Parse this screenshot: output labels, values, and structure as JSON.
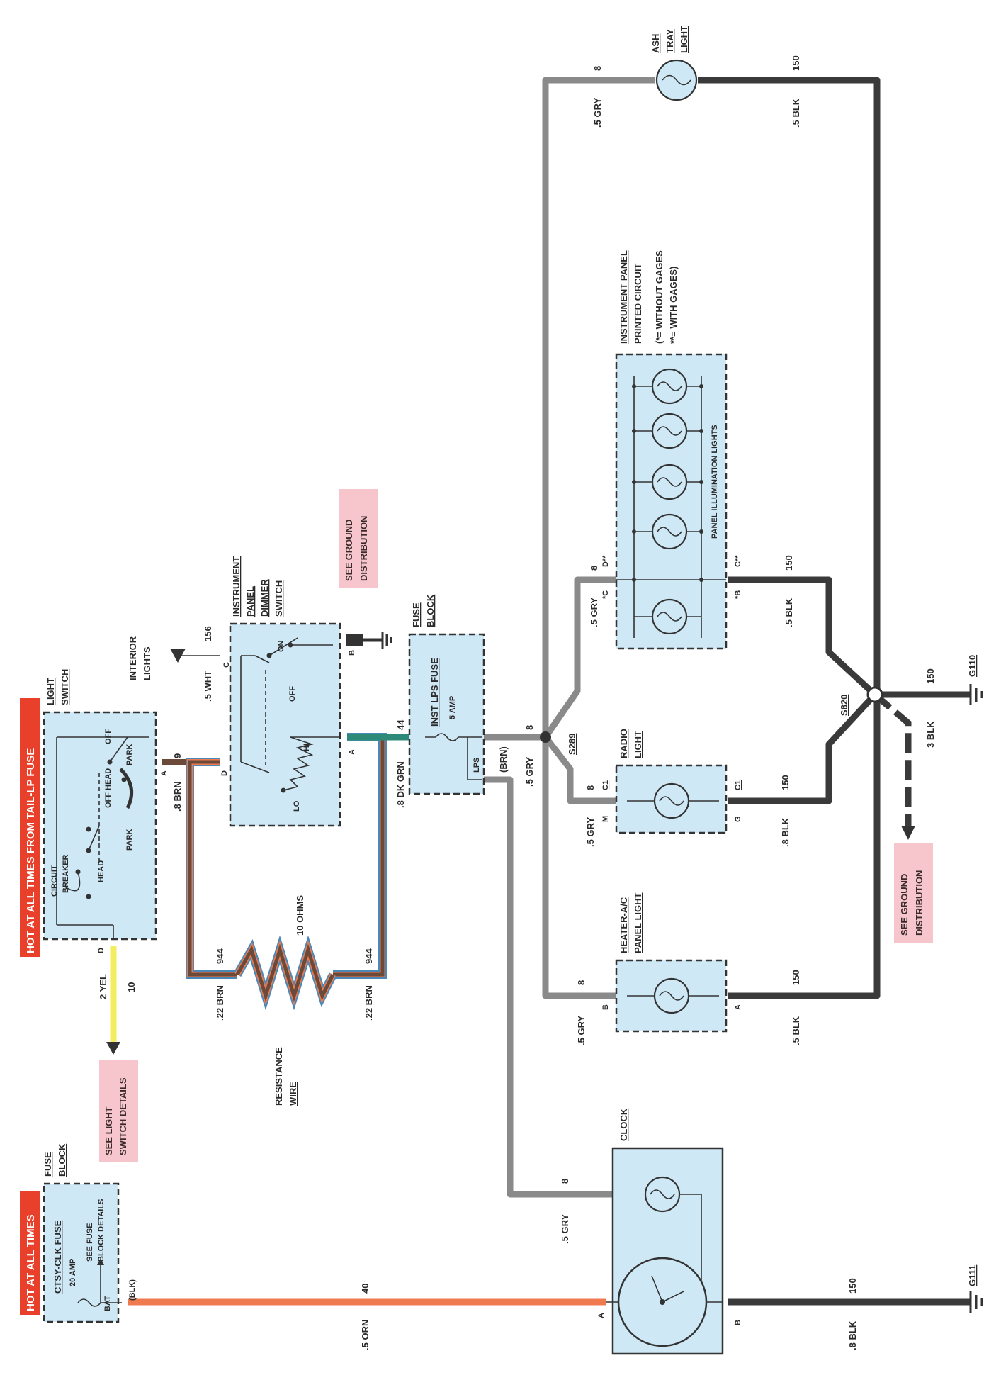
{
  "headers": {
    "tail_lp": "HOT AT ALL TIMES FROM TAIL-LP FUSE",
    "hot_all": "HOT AT ALL TIMES"
  },
  "notes": {
    "see_light_switch": [
      "SEE LIGHT",
      "SWITCH DETAILS"
    ],
    "see_ground_top": [
      "SEE GROUND",
      "DISTRIBUTION"
    ],
    "see_ground_bottom": [
      "SEE GROUND",
      "DISTRIBUTION"
    ]
  },
  "components": {
    "light_switch": {
      "title": [
        "LIGHT",
        "SWITCH"
      ],
      "labels": [
        "CIRCUIT",
        "BREAKER",
        "HEAD",
        "PARK",
        "OFF HEAD",
        "OFF",
        "PARK"
      ],
      "pins": [
        "D",
        "A"
      ]
    },
    "fuse_block_top": {
      "title": [
        "FUSE",
        "BLOCK"
      ],
      "fuse_name": "CTSY-CLK FUSE",
      "rating": "20 AMP",
      "detail": [
        "SEE FUSE",
        "BLOCK DETAILS"
      ],
      "bat": "BAT",
      "blk": "(BLK)"
    },
    "dimmer_switch": {
      "title": [
        "INSTRUMENT",
        "PANEL",
        "DIMMER",
        "SWITCH"
      ],
      "labels": [
        "ON",
        "OFF",
        "HI",
        "LO"
      ],
      "pins": [
        "C",
        "B",
        "D",
        "A"
      ]
    },
    "interior_lights": [
      "INTERIOR",
      "LIGHTS"
    ],
    "fuse_block_mid": {
      "title": [
        "FUSE",
        "BLOCK"
      ],
      "fuse_name": "INST LPS FUSE",
      "rating": "5 AMP",
      "lps": "LPS"
    },
    "resistance": {
      "title": [
        "RESISTANCE",
        "WIRE"
      ],
      "ohms": "10 OHMS"
    },
    "ipc": {
      "title": [
        "INSTRUMENT PANEL",
        "PRINTED CIRCUIT"
      ],
      "legend": [
        "(*= WITHOUT GAGES",
        "**= WITH GAGES)"
      ],
      "inner": "PANEL ILLUMINATION LIGHTS",
      "pins": [
        "*C",
        "D**",
        "*B",
        "C**"
      ]
    },
    "ash_tray": [
      "ASH",
      "TRAY",
      "LIGHT"
    ],
    "radio": {
      "title": [
        "RADIO",
        "LIGHT"
      ],
      "pins": [
        "C1",
        "M",
        "C1",
        "G"
      ]
    },
    "heater": {
      "title": [
        "HEATER-A/C",
        "PANEL LIGHT"
      ],
      "pins": [
        "B",
        "A"
      ]
    },
    "clock": {
      "title": "CLOCK",
      "pins": [
        "A",
        "B"
      ]
    }
  },
  "splices": [
    "S289",
    "S820"
  ],
  "grounds": [
    "G110",
    "G111"
  ],
  "wires": {
    "yel": [
      "2 YEL",
      "10"
    ],
    "brn9": [
      ".8 BRN",
      "9"
    ],
    "brn944_left": [
      ".22 BRN",
      "944"
    ],
    "brn944_right": [
      ".22 BRN",
      "944"
    ],
    "wht": [
      ".5 WHT",
      "156"
    ],
    "dkgrn": [
      ".8 DK GRN",
      "44"
    ],
    "brn_paren": "(BRN)",
    "gry_main": [
      ".5 GRY",
      "8"
    ],
    "gry_ash": [
      ".5 GRY",
      "8"
    ],
    "blk_ash": [
      ".5 BLK",
      "150"
    ],
    "gry_ipc": [
      ".5 GRY",
      "8"
    ],
    "blk_ipc": [
      ".5 BLK",
      "150"
    ],
    "gry_radio": [
      ".5 GRY",
      "8"
    ],
    "blk_radio": [
      ".8 BLK",
      "150"
    ],
    "gry_heater": [
      ".5 GRY",
      "8"
    ],
    "blk_heater": [
      ".5 BLK",
      "150"
    ],
    "gry_clock": [
      ".5 GRY",
      "8"
    ],
    "orn": [
      ".5 ORN",
      "40"
    ],
    "blk_clock": [
      ".8 BLK",
      "150"
    ],
    "blk_g110": "150",
    "blk_3": [
      "3 BLK"
    ]
  },
  "colors": {
    "box_fill": "#cfe8f5",
    "header_red": "#e8402a",
    "note_pink": "#f6c6cc",
    "wire_gray": "#8a8a8a",
    "wire_black": "#3a3a3a",
    "wire_orange": "#f07a50",
    "wire_yellow": "#f2ee60",
    "wire_brown": "#6b4a3a",
    "wire_green": "#2e8a78"
  }
}
